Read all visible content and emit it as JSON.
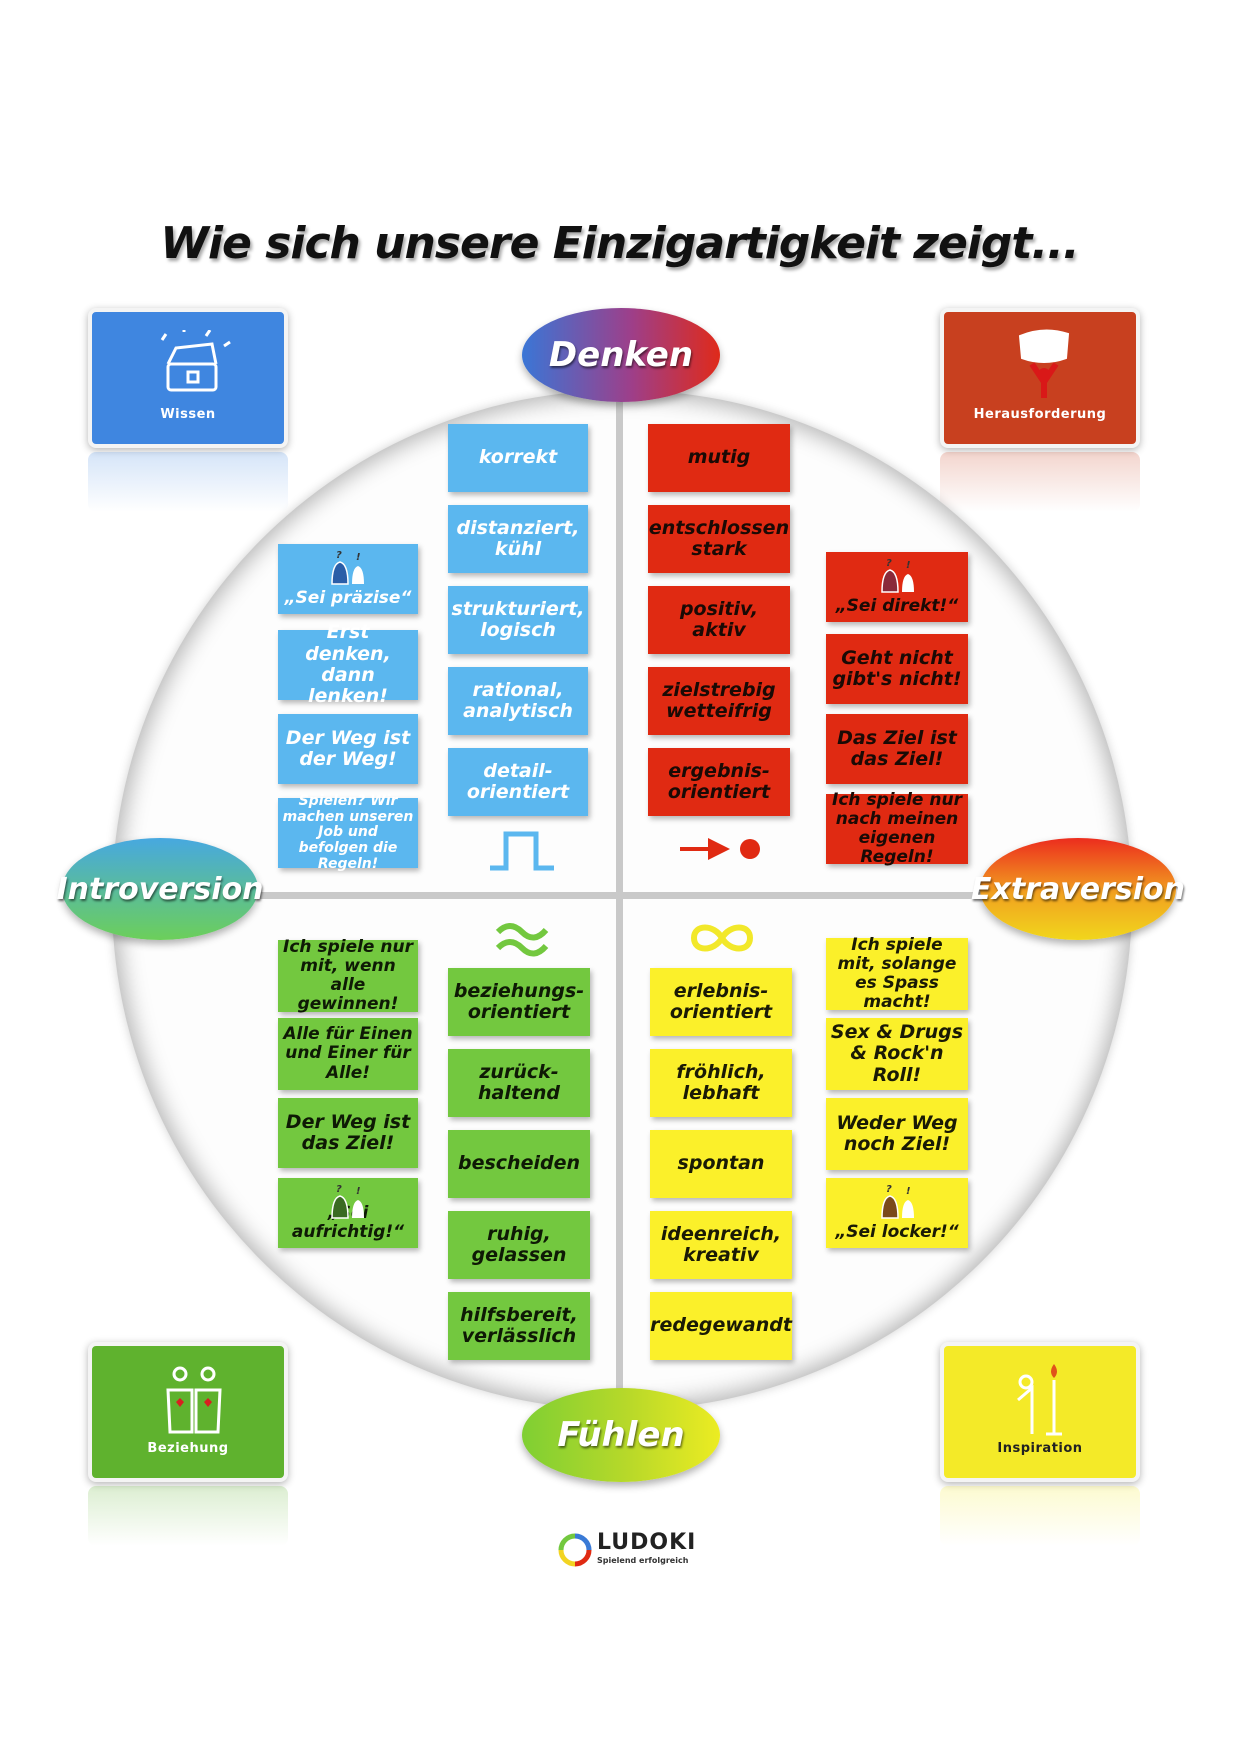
{
  "title": "Wie sich unsere Einzigartigkeit zeigt...",
  "axes": {
    "top": "Denken",
    "bottom": "Fühlen",
    "left": "Introversion",
    "right": "Extraversion"
  },
  "cards": {
    "top_left": "Wissen",
    "top_right": "Herausforderung",
    "bottom_left": "Beziehung",
    "bottom_right": "Inspiration"
  },
  "quadrants": {
    "blue": {
      "traits": [
        "korrekt",
        "distanziert, kühl",
        "strukturiert, logisch",
        "rational, analytisch",
        "detail-orientiert"
      ],
      "motto": "„Sei präzise“",
      "sayings": [
        "Erst denken, dann lenken!",
        "Der Weg ist der Weg!",
        "Spielen? Wir machen unseren Job und befolgen die Regeln!"
      ],
      "symbol": "pulse-symbol"
    },
    "red": {
      "traits": [
        "mutig",
        "entschlossen stark",
        "positiv, aktiv",
        "zielstrebig wetteifrig",
        "ergebnis-orientiert"
      ],
      "motto": "„Sei direkt!“",
      "sayings": [
        "Geht nicht gibt's nicht!",
        "Das Ziel ist das Ziel!",
        "Ich spiele nur nach meinen eigenen Regeln!"
      ],
      "symbol": "arrow-to-dot-symbol"
    },
    "green": {
      "traits": [
        "beziehungs-orientiert",
        "zurück-haltend",
        "bescheiden",
        "ruhig, gelassen",
        "hilfsbereit, verlässlich"
      ],
      "motto": "„Sei aufrichtig!“",
      "sayings": [
        "Ich spiele nur mit, wenn alle gewinnen!",
        "Alle für Einen und Einer für Alle!",
        "Der Weg ist das Ziel!"
      ],
      "symbol": "approx-symbol"
    },
    "yellow": {
      "traits": [
        "erlebnis-orientiert",
        "fröhlich, lebhaft",
        "spontan",
        "ideenreich, kreativ",
        "redegewandt"
      ],
      "motto": "„Sei locker!“",
      "sayings": [
        "Ich spiele mit, solange es Spass macht!",
        "Sex & Drugs & Rock'n Roll!",
        "Weder Weg noch Ziel!"
      ],
      "symbol": "infinity-symbol"
    }
  },
  "logo": {
    "name": "LUDOKI",
    "tagline": "Spielend erfolgreich"
  },
  "colors": {
    "blue": "#5bb7ef",
    "red": "#e02a12",
    "green": "#73c83f",
    "yellow": "#fbf02a"
  }
}
